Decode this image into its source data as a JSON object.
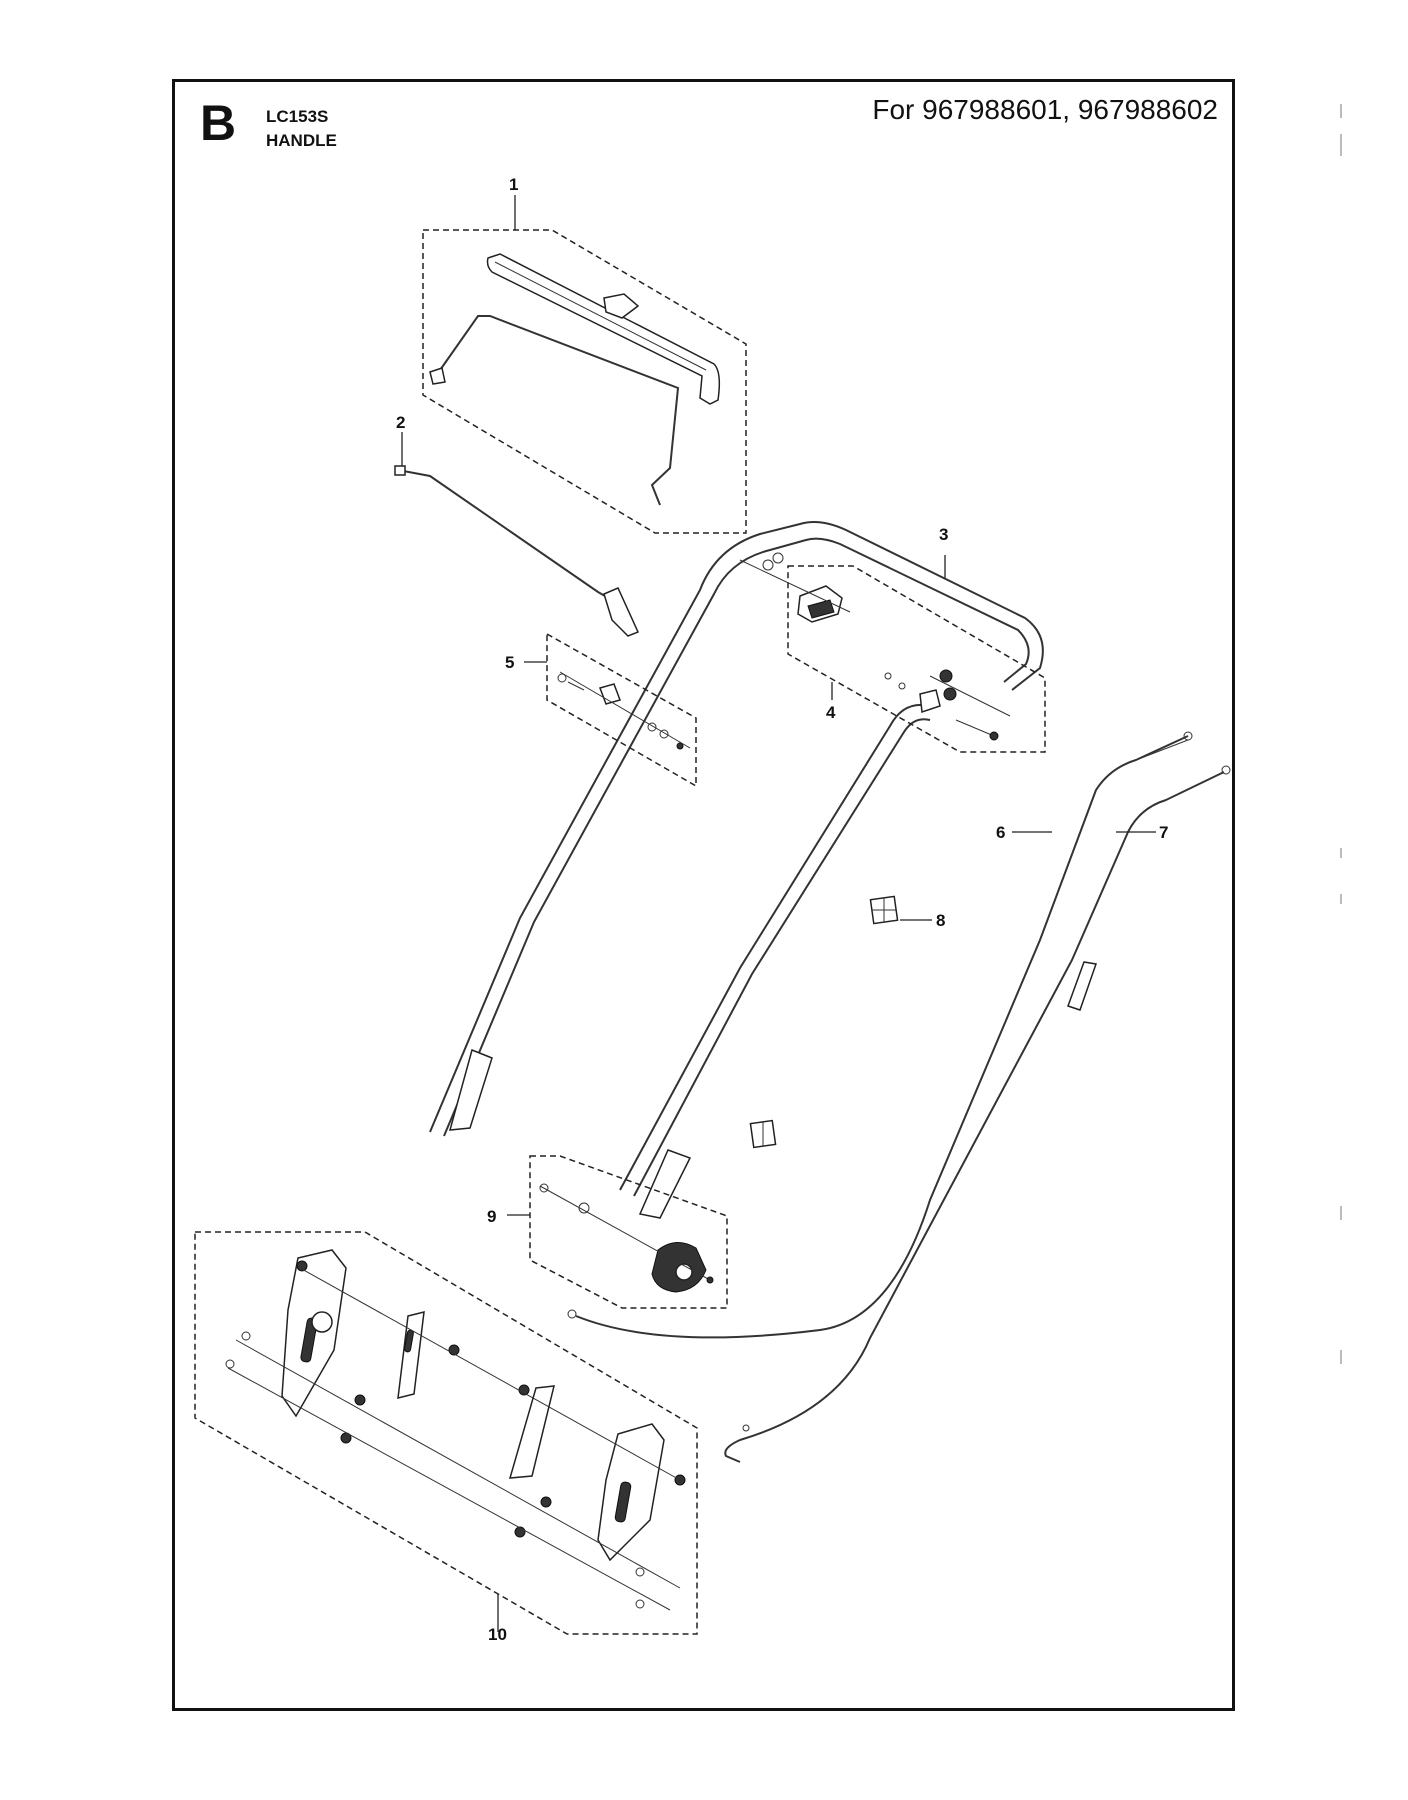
{
  "header": {
    "section_letter": "B",
    "model": "LC153S",
    "section_title": "HANDLE",
    "applies_to": "For 967988601, 967988602"
  },
  "callouts": [
    "1",
    "2",
    "3",
    "4",
    "5",
    "6",
    "7",
    "8",
    "9",
    "10"
  ]
}
